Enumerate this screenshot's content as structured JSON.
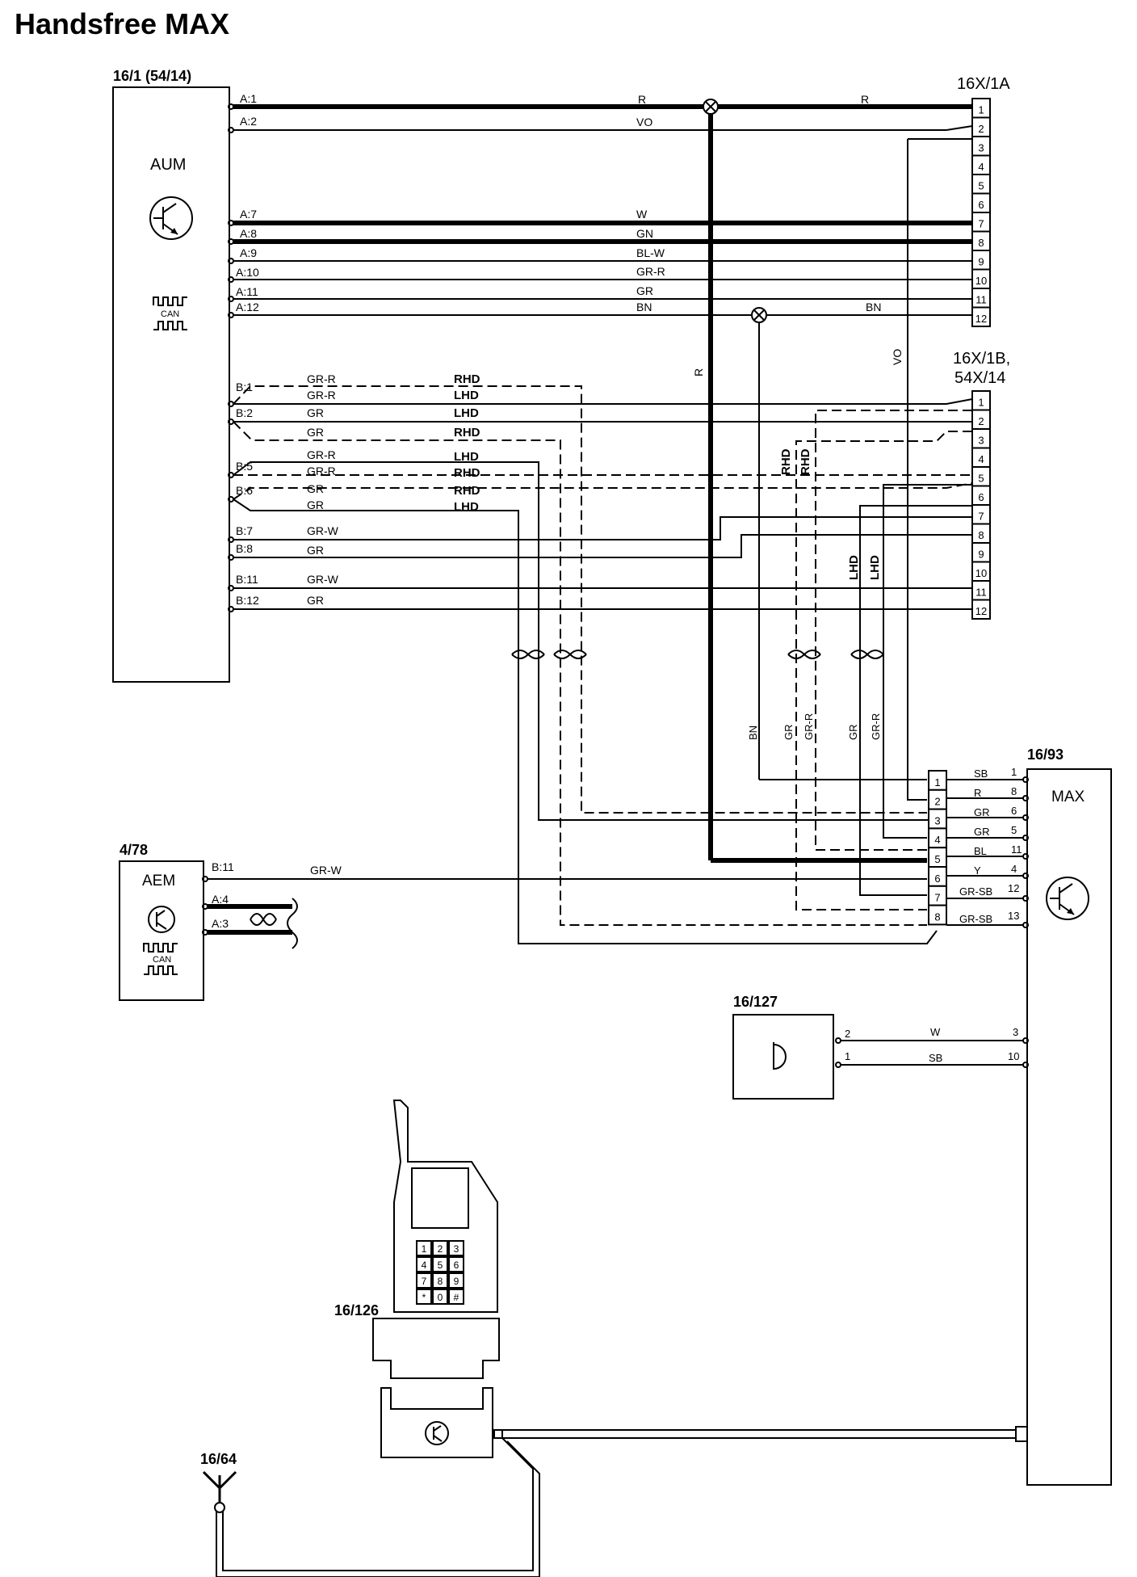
{
  "title": "Handsfree MAX",
  "components": {
    "aum": {
      "id": "16/1 (54/14)",
      "name": "AUM",
      "can": "CAN"
    },
    "conn_a": {
      "id": "16X/1A"
    },
    "conn_b": {
      "id_line1": "16X/1B,",
      "id_line2": "54X/14"
    },
    "max": {
      "id": "16/93",
      "name": "MAX"
    },
    "aem": {
      "id": "4/78",
      "name": "AEM",
      "can": "CAN"
    },
    "mic": {
      "id": "16/127"
    },
    "cradle": {
      "id": "16/126"
    },
    "antenna": {
      "id": "16/64"
    }
  },
  "aum_pins": {
    "a": [
      "A:1",
      "A:2",
      "A:7",
      "A:8",
      "A:9",
      "A:10",
      "A:11",
      "A:12"
    ],
    "b": [
      "B:1",
      "B:2",
      "B:5",
      "B:6",
      "B:7",
      "B:8",
      "B:11",
      "B:12"
    ]
  },
  "a_wires": [
    "R",
    "VO",
    "W",
    "GN",
    "BL-W",
    "GR-R",
    "GR",
    "BN"
  ],
  "b_wires": [
    "GR-R",
    "GR-R",
    "GR",
    "GR",
    "GR-R",
    "GR-R",
    "GR",
    "GR",
    "GR-W",
    "GR",
    "GR-W",
    "GR"
  ],
  "sides": {
    "rhd": "RHD",
    "lhd": "LHD"
  },
  "vertical_labels": [
    "BN",
    "GR",
    "GR-R",
    "GR",
    "GR-R"
  ],
  "connector_pins": {
    "a": [
      "1",
      "2",
      "3",
      "4",
      "5",
      "6",
      "7",
      "8",
      "9",
      "10",
      "11",
      "12"
    ],
    "b": [
      "1",
      "2",
      "3",
      "4",
      "5",
      "6",
      "7",
      "8",
      "9",
      "10",
      "11",
      "12"
    ]
  },
  "max_connector_pins": [
    "1",
    "2",
    "3",
    "4",
    "5",
    "6",
    "7",
    "8"
  ],
  "max_pins": [
    {
      "color": "SB",
      "pin": "1"
    },
    {
      "color": "R",
      "pin": "8"
    },
    {
      "color": "GR",
      "pin": "6"
    },
    {
      "color": "GR",
      "pin": "5"
    },
    {
      "color": "BL",
      "pin": "11"
    },
    {
      "color": "Y",
      "pin": "4"
    },
    {
      "color": "GR-SB",
      "pin": "12"
    },
    {
      "color": "GR-SB",
      "pin": "13"
    }
  ],
  "aem_pins": [
    "B:11",
    "A:4",
    "A:3"
  ],
  "aem_wire": "GR-W",
  "mic_pins": [
    {
      "pin": "2",
      "color": "W",
      "max_pin": "3"
    },
    {
      "pin": "1",
      "color": "SB",
      "max_pin": "10"
    }
  ],
  "keypad": [
    "1",
    "2",
    "3",
    "4",
    "5",
    "6",
    "7",
    "8",
    "9",
    "*",
    "0",
    "#"
  ]
}
